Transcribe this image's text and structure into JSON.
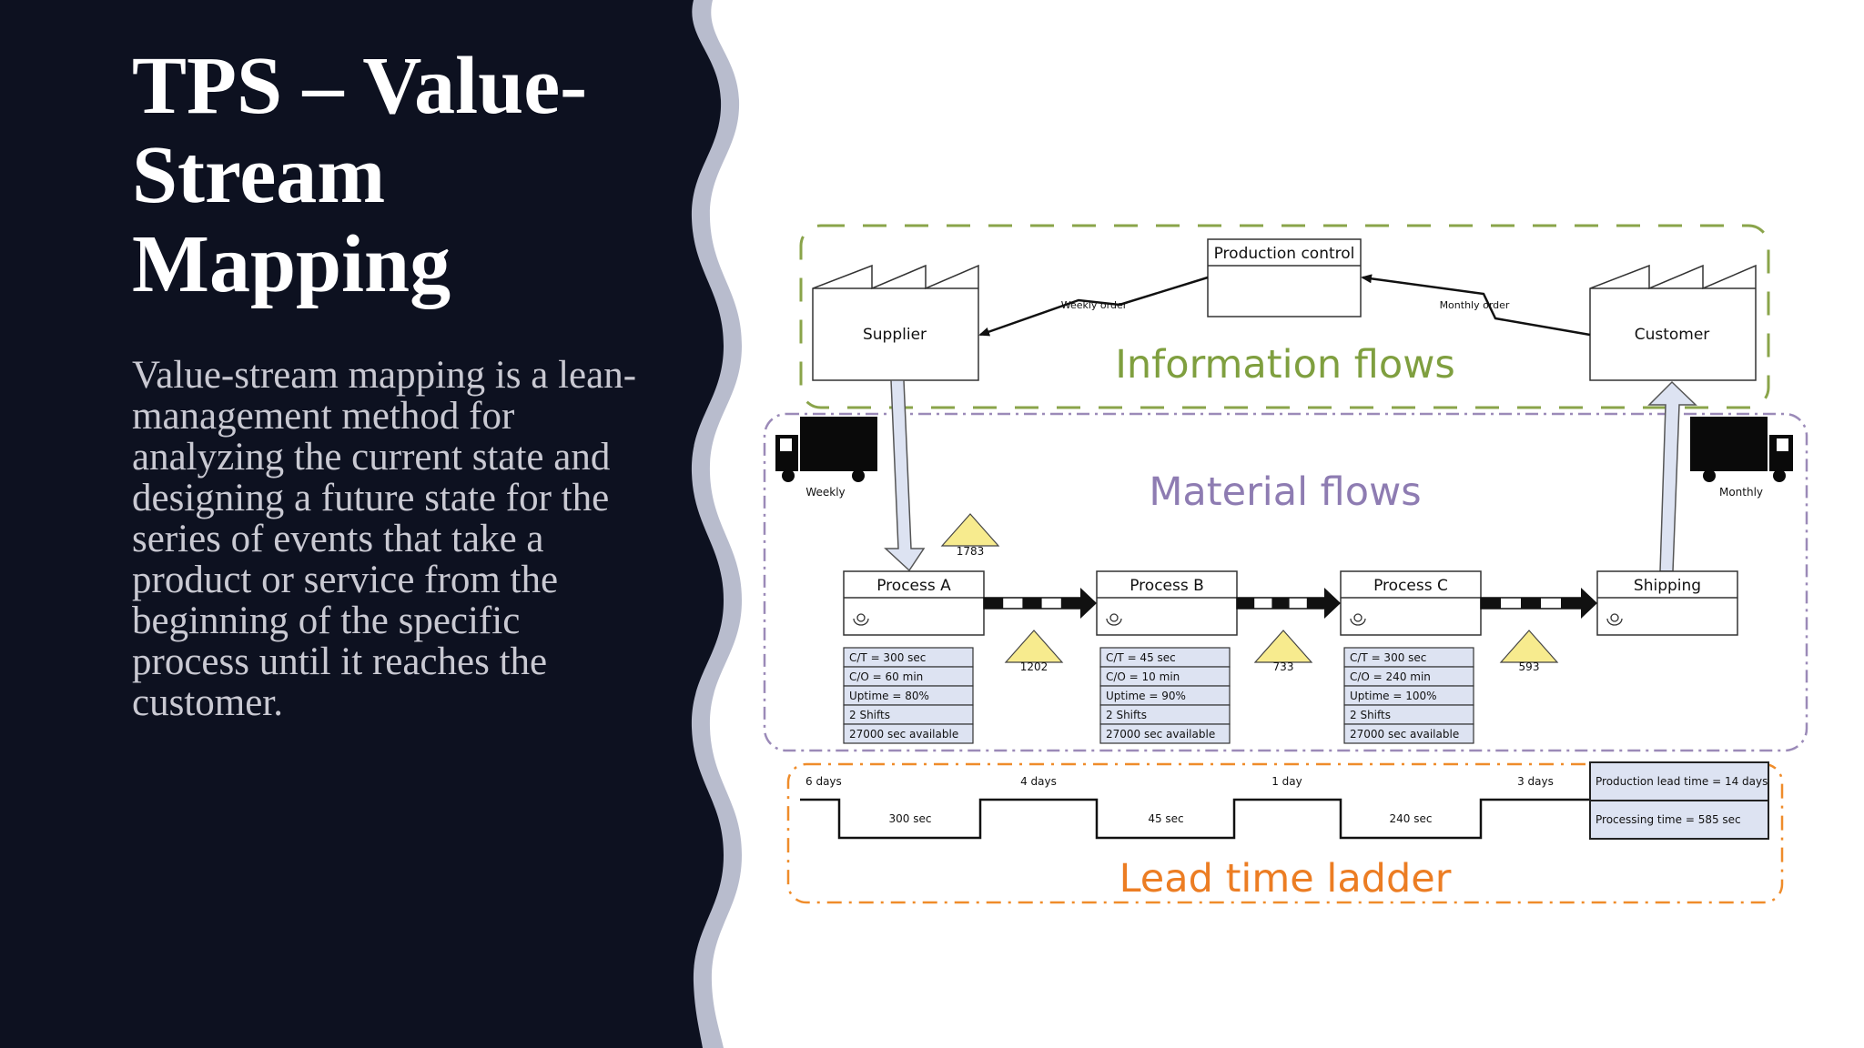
{
  "slide": {
    "title": "TPS – Value-Stream Mapping",
    "body": "Value-stream mapping is a lean-management method for analyzing the current state and designing a future state for the series of events that take a product or service from the beginning of the specific process until it reaches the customer."
  },
  "colors": {
    "panel": "#0d1120",
    "wave": "#b8bccd",
    "info_border": "#8aa44a",
    "info_text": "#7f9f3f",
    "material_border": "#9b8ab8",
    "material_text": "#8e7cb2",
    "lead_border": "#ef8c2a",
    "lead_text": "#ec7d23",
    "inventory_fill": "#f7eb8e",
    "box_fill": "#dde3f2"
  },
  "diagram": {
    "info_label": "Information flows",
    "material_label": "Material flows",
    "lead_label": "Lead time ladder",
    "production_control": "Production control",
    "supplier": "Supplier",
    "customer": "Customer",
    "weekly_order": "Weekly order",
    "monthly_order": "Monthly order",
    "truck_weekly": "Weekly",
    "truck_monthly": "Monthly",
    "processes": [
      {
        "name": "Process A",
        "data": [
          "C/T = 300 sec",
          "C/O = 60 min",
          "Uptime = 80%",
          "2 Shifts",
          "27000 sec available"
        ]
      },
      {
        "name": "Process B",
        "data": [
          "C/T = 45 sec",
          "C/O = 10 min",
          "Uptime = 90%",
          "2 Shifts",
          "27000 sec available"
        ]
      },
      {
        "name": "Process C",
        "data": [
          "C/T = 300 sec",
          "C/O = 240 min",
          "Uptime = 100%",
          "2 Shifts",
          "27000 sec available"
        ]
      },
      {
        "name": "Shipping",
        "data": []
      }
    ],
    "inventory": [
      "1783",
      "1202",
      "733",
      "593"
    ],
    "ladder_days": [
      "6 days",
      "4 days",
      "1 day",
      "3 days"
    ],
    "ladder_times": [
      "300 sec",
      "45 sec",
      "240 sec"
    ],
    "lead_time_total": "Production lead time = 14 days",
    "processing_time_total": "Processing time = 585 sec"
  }
}
